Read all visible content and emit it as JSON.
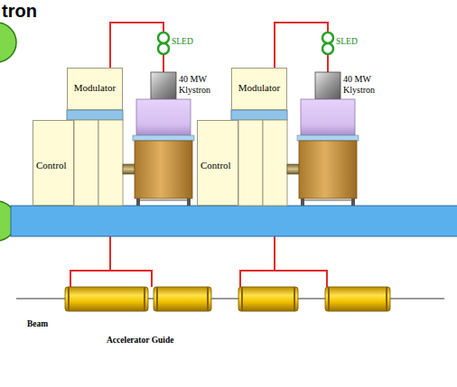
{
  "diagram": {
    "title": "tron",
    "nodes": [
      {
        "text": [
          "Modulator"
        ]
      },
      {
        "text": [
          "Control"
        ]
      },
      {
        "text": [
          "Modulator"
        ]
      },
      {
        "text": [
          "Control"
        ]
      }
    ],
    "labels": [
      "SLED",
      "40 MW Klystron",
      "SLED",
      "40 MW Klystron",
      "Beam",
      "Accelerator Guide"
    ]
  }
}
